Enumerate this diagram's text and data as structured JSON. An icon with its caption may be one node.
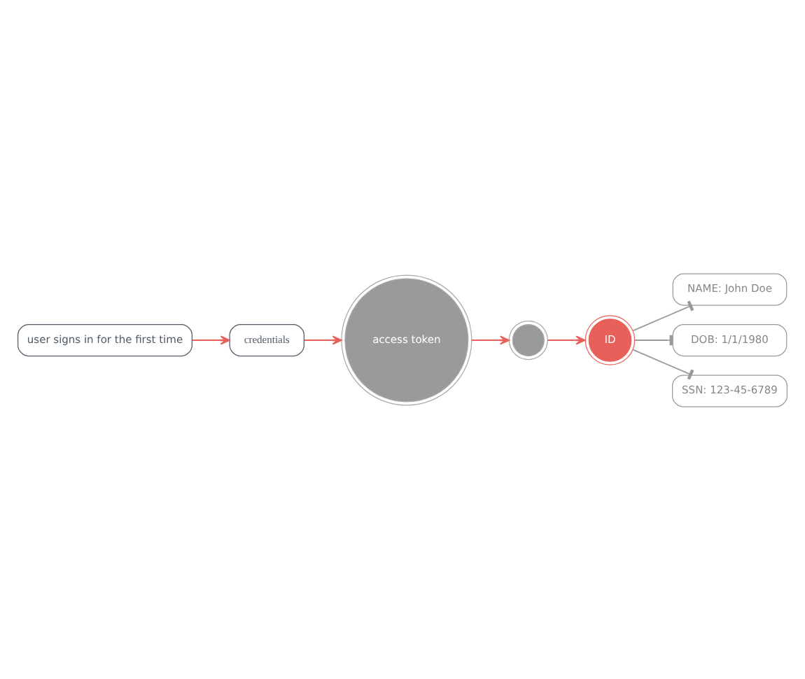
{
  "diagram": {
    "nodes": [
      {
        "text": [
          "credentials"
        ]
      },
      {
        "text": [
          "access token"
        ]
      },
      {
        "text": [
          "user signs in for the first time"
        ]
      },
      {
        "text": [],
        "shape": "circle"
      },
      {
        "text": [
          "ID"
        ]
      },
      {
        "text": [
          "NAME: John Doe"
        ]
      },
      {
        "text": [
          "DOB: 1/1/1980"
        ]
      },
      {
        "text": [
          "SSN: 123-45-6789"
        ]
      }
    ],
    "edges": [
      {
        "from": 2,
        "to": 0,
        "arrow": "to"
      },
      {
        "from": 0,
        "to": 1,
        "arrow": "to"
      },
      {
        "from": 1,
        "to": 3,
        "arrow": "to"
      },
      {
        "from": 3,
        "to": 4,
        "arrow": "to"
      },
      {
        "from": 4,
        "to": 5,
        "arrow": "other",
        "color": "#999999"
      },
      {
        "from": 4,
        "to": 6,
        "arrow": "other",
        "color": "#999999"
      },
      {
        "from": 4,
        "to": 7,
        "arrow": "other",
        "color": "#999999"
      }
    ]
  }
}
